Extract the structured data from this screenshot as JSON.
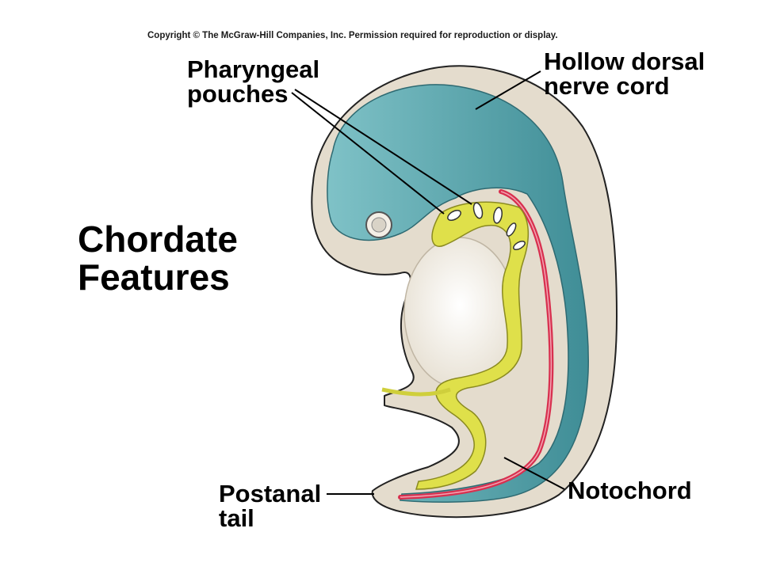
{
  "copyright": "Copyright © The McGraw-Hill Companies, Inc. Permission required for reproduction or display.",
  "title": {
    "line1": "Chordate",
    "line2": "Features"
  },
  "labels": {
    "pharyngeal": {
      "line1": "Pharyngeal",
      "line2": "pouches"
    },
    "nerve_cord": {
      "line1": "Hollow dorsal",
      "line2": "nerve cord"
    },
    "notochord": "Notochord",
    "tail": {
      "line1": "Postanal",
      "line2": "tail"
    }
  },
  "colors": {
    "body": "#e4dccd",
    "nerve_cord": "#5fa7ae",
    "notochord": "#d8304f",
    "gut": "#dfe04a",
    "yolk": "#efebe2"
  }
}
